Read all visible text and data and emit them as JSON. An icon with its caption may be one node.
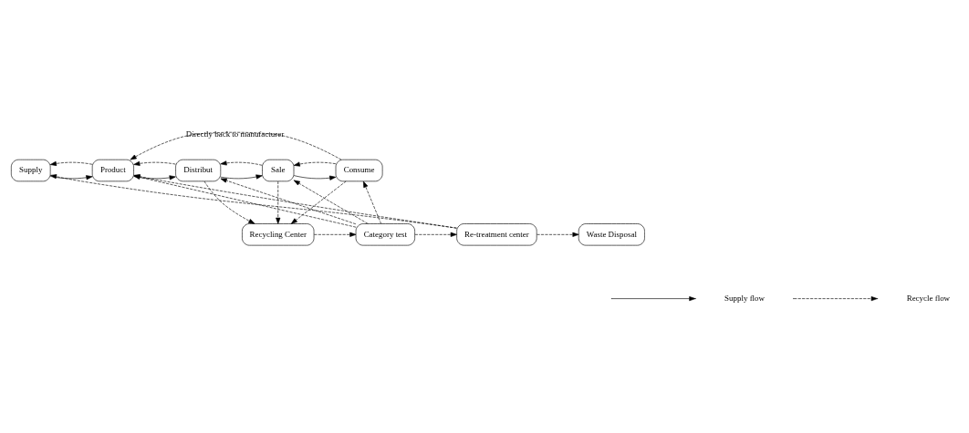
{
  "diagram": {
    "nodes": [
      {
        "text": [
          "Supply"
        ]
      },
      {
        "text": [
          "Product"
        ]
      },
      {
        "text": [
          "Distribut"
        ]
      },
      {
        "text": [
          "Sale"
        ]
      },
      {
        "text": [
          "Consume"
        ]
      },
      {
        "text": [
          "Waste Disposal"
        ]
      },
      {
        "text": [
          "Re-treatment center"
        ]
      },
      {
        "text": [
          "Category test"
        ]
      },
      {
        "text": [
          "Recycling Center"
        ]
      }
    ],
    "edges": [
      {
        "from": 0,
        "to": 1,
        "arrow": "to"
      },
      {
        "from": 1,
        "to": 0,
        "arrow": "to",
        "style": "dashed"
      },
      {
        "from": 1,
        "to": 2,
        "arrow": "to"
      },
      {
        "from": 2,
        "to": 1,
        "arrow": "to",
        "style": "dashed"
      },
      {
        "from": 2,
        "to": 3,
        "arrow": "to"
      },
      {
        "from": 3,
        "to": 2,
        "arrow": "to",
        "style": "dashed"
      },
      {
        "from": 3,
        "to": 4,
        "arrow": "to"
      },
      {
        "from": 4,
        "to": 3,
        "arrow": "to",
        "style": "dashed"
      },
      {
        "from": 4,
        "to": 1,
        "arrow": "to",
        "style": "dashed",
        "label": "Directly back to manufacturer"
      },
      {
        "from": 6,
        "to": 0,
        "arrow": "to",
        "style": "dashed"
      },
      {
        "from": 6,
        "to": 1,
        "arrow": "to",
        "style": "dashed"
      },
      {
        "from": 7,
        "to": 1,
        "arrow": "to",
        "style": "dashed"
      },
      {
        "from": 7,
        "to": 2,
        "arrow": "to",
        "style": "dashed"
      },
      {
        "from": 7,
        "to": 3,
        "arrow": "to",
        "style": "dashed"
      },
      {
        "from": 7,
        "to": 4,
        "arrow": "to",
        "style": "dashed"
      },
      {
        "from": 2,
        "to": 8,
        "arrow": "to",
        "style": "dashed"
      },
      {
        "from": 3,
        "to": 8,
        "arrow": "to",
        "style": "dashed"
      },
      {
        "from": 4,
        "to": 8,
        "arrow": "to",
        "style": "dashed"
      },
      {
        "from": 8,
        "to": 7,
        "arrow": "to",
        "style": "dashed"
      },
      {
        "from": 7,
        "to": 6,
        "arrow": "to",
        "style": "dashed"
      },
      {
        "from": 6,
        "to": 5,
        "arrow": "to",
        "style": "dashed"
      }
    ],
    "legend": [
      {
        "text": "Supply flow"
      },
      {
        "text": "Recycle flow"
      }
    ]
  }
}
